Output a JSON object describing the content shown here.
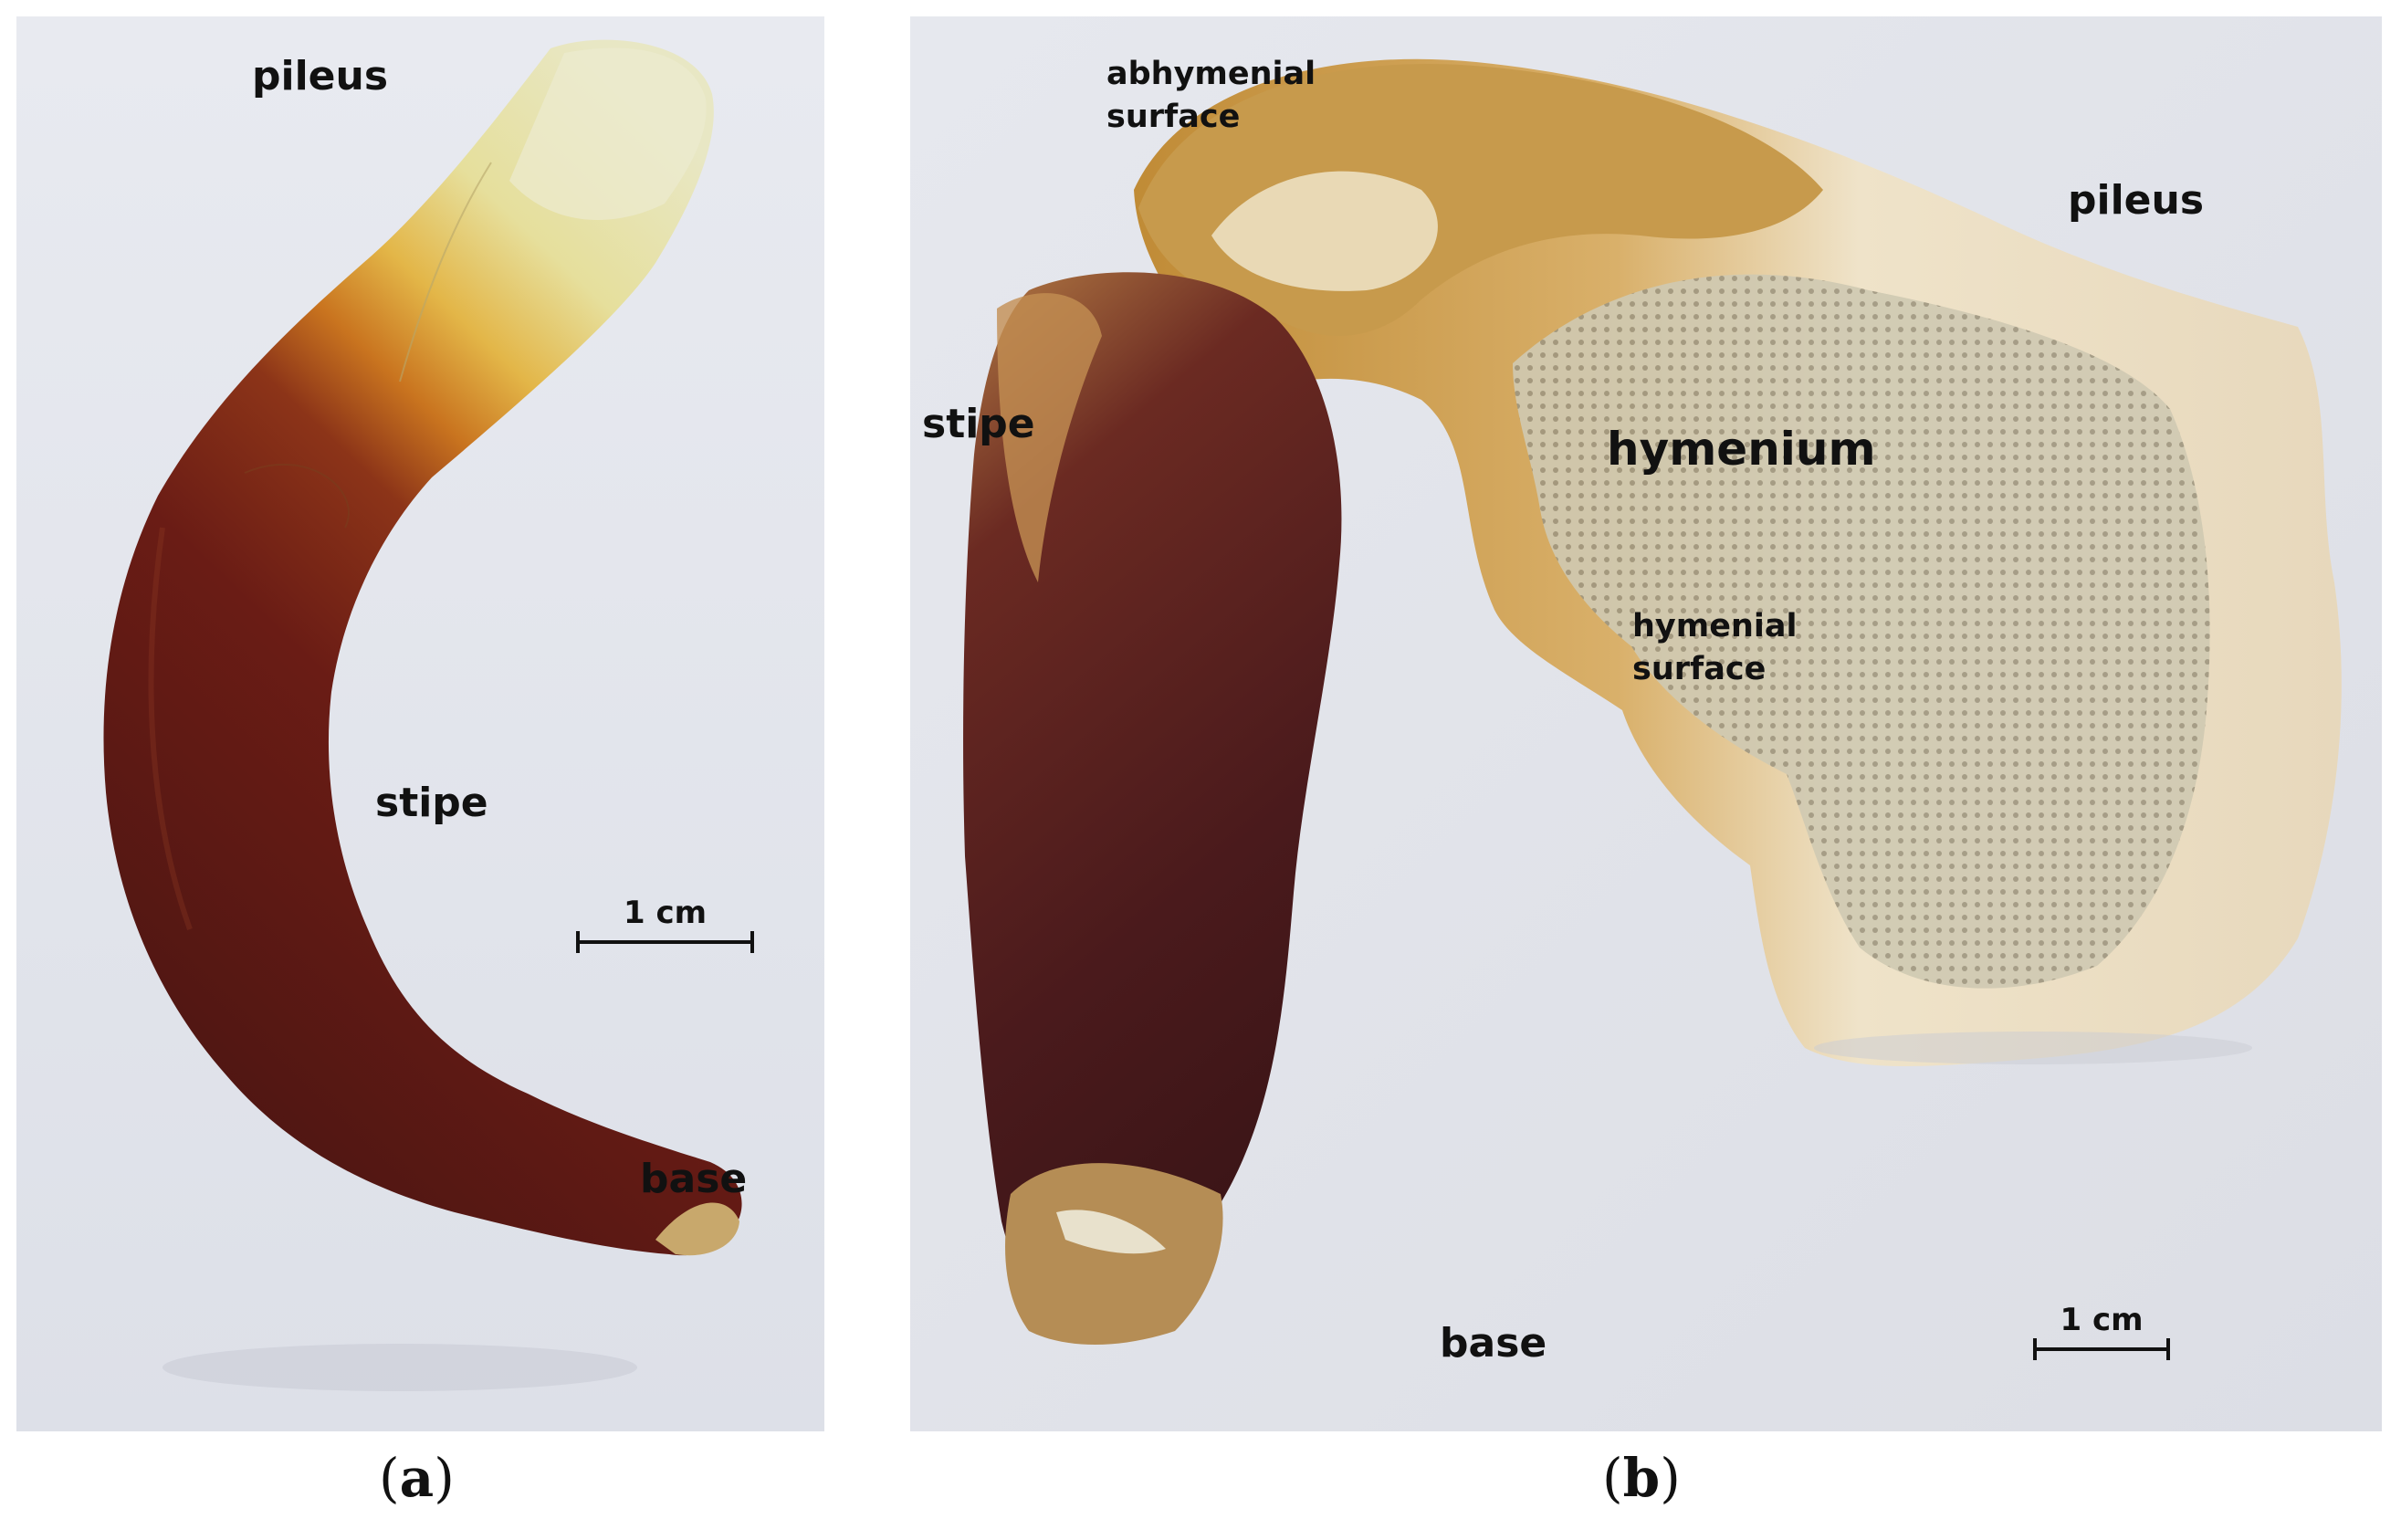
{
  "panel_a": {
    "labels": {
      "pileus": "pileus",
      "stipe": "stipe",
      "base": "base"
    },
    "scale_bar": "1 cm",
    "caption": {
      "open": "(",
      "letter": "a",
      "close": ")"
    }
  },
  "panel_b": {
    "labels": {
      "abhymenial": "abhymenial\nsurface",
      "pileus": "pileus",
      "stipe": "stipe",
      "hymenium": "hymenium",
      "hymenial": "hymenial\nsurface",
      "base": "base"
    },
    "scale_bar": "1 cm",
    "caption": {
      "open": "(",
      "letter": "b",
      "close": ")"
    }
  },
  "colors": {
    "background_a": "#e4e7ee",
    "background_b": "#e2e4ea",
    "pileus_cream": "#e6e3b6",
    "stipe_orange": "#c4701e",
    "stipe_dark_red": "#5a1714",
    "base_tan": "#c8a86c",
    "hymenium_beige": "#cdc7b1"
  }
}
